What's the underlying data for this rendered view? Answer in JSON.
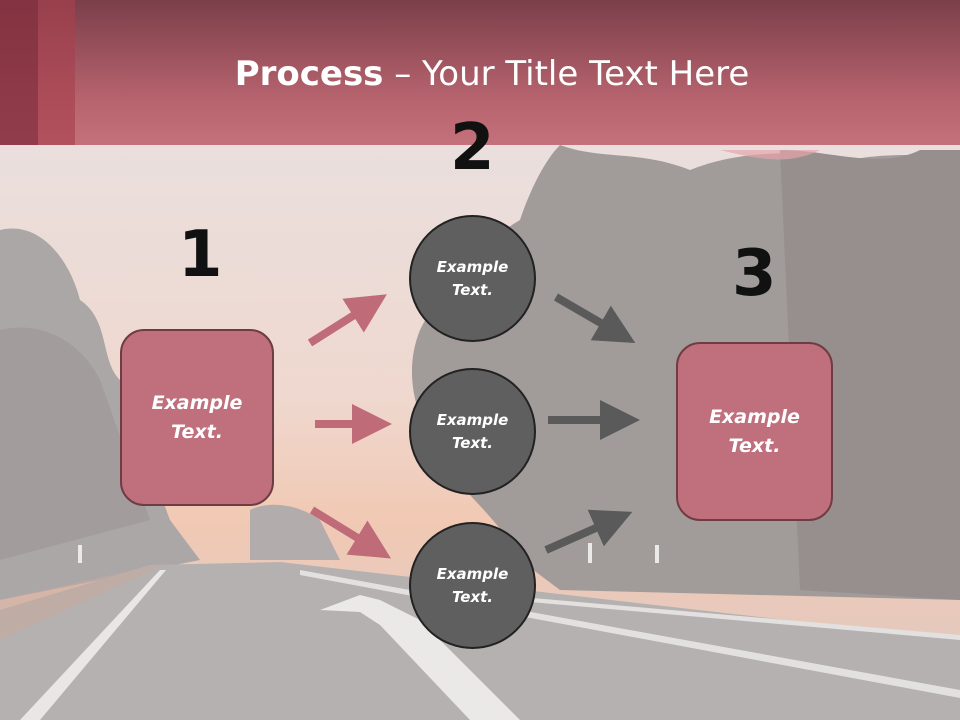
{
  "title": {
    "bold": "Process",
    "rest": " – Your Title Text Here"
  },
  "steps": {
    "one": {
      "number": "1",
      "box_line1": "Example",
      "box_line2": "Text."
    },
    "two": {
      "number": "2",
      "circles": [
        {
          "line1": "Example",
          "line2": "Text."
        },
        {
          "line1": "Example",
          "line2": "Text."
        },
        {
          "line1": "Example",
          "line2": "Text."
        }
      ]
    },
    "three": {
      "number": "3",
      "box_line1": "Example",
      "box_line2": "Text."
    }
  },
  "colors": {
    "header": "#b8646f",
    "box_fill": "#bf707c",
    "circle_fill": "#5f5f5f",
    "pink_arrow": "#c06c78",
    "gray_arrow": "#5a5a5a"
  }
}
